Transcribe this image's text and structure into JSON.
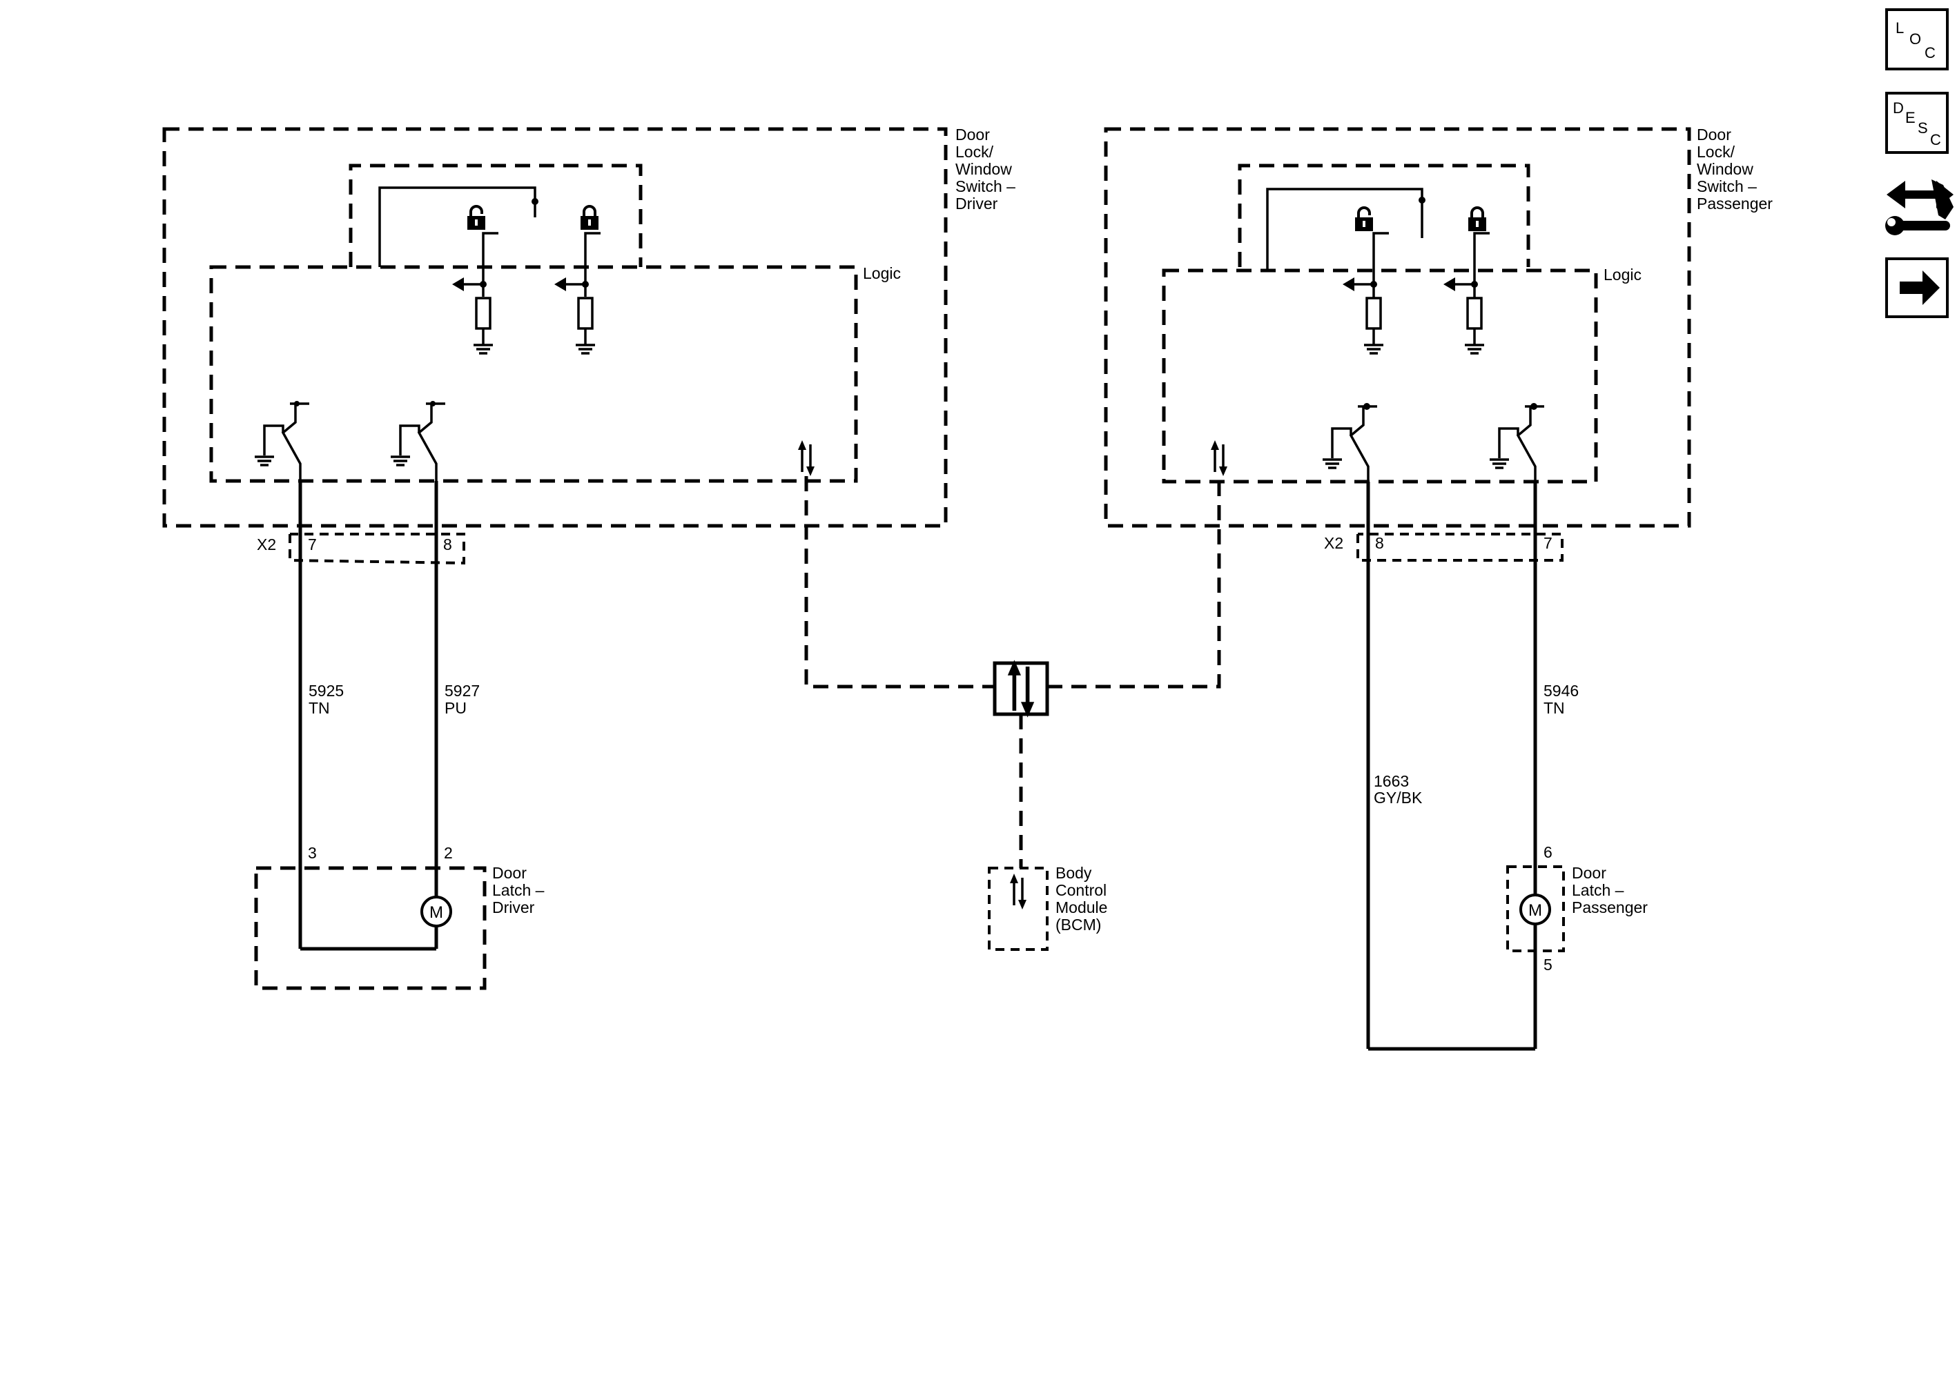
{
  "nav": {
    "loc": {
      "l1": "L",
      "l2": "O",
      "l3": "C"
    },
    "desc": {
      "l1": "D",
      "l2": "E",
      "l3": "S",
      "l4": "C"
    },
    "connector_icon": "connector-wrench-icon",
    "next_icon": "right-arrow-icon"
  },
  "driver_switch": {
    "title": [
      "Door",
      "Lock/",
      "Window",
      "Switch –",
      "Driver"
    ],
    "logic_label": "Logic",
    "connector": "X2",
    "pins": [
      "7",
      "8"
    ]
  },
  "passenger_switch": {
    "title": [
      "Door",
      "Lock/",
      "Window",
      "Switch –",
      "Passenger"
    ],
    "logic_label": "Logic",
    "connector": "X2",
    "pins": [
      "8",
      "7"
    ]
  },
  "wires": {
    "w5925": {
      "circuit": "5925",
      "color": "TN"
    },
    "w5927": {
      "circuit": "5927",
      "color": "PU"
    },
    "w1663": {
      "circuit": "1663",
      "color": "GY/BK"
    },
    "w5946": {
      "circuit": "5946",
      "color": "TN"
    }
  },
  "driver_latch": {
    "title": [
      "Door",
      "Latch –",
      "Driver"
    ],
    "pin_left": "3",
    "pin_right": "2",
    "motor": "M"
  },
  "passenger_latch": {
    "title": [
      "Door",
      "Latch –",
      "Passenger"
    ],
    "pin_top": "6",
    "pin_bottom": "5",
    "motor": "M"
  },
  "bcm": {
    "title": [
      "Body",
      "Control",
      "Module",
      "(BCM)"
    ]
  }
}
